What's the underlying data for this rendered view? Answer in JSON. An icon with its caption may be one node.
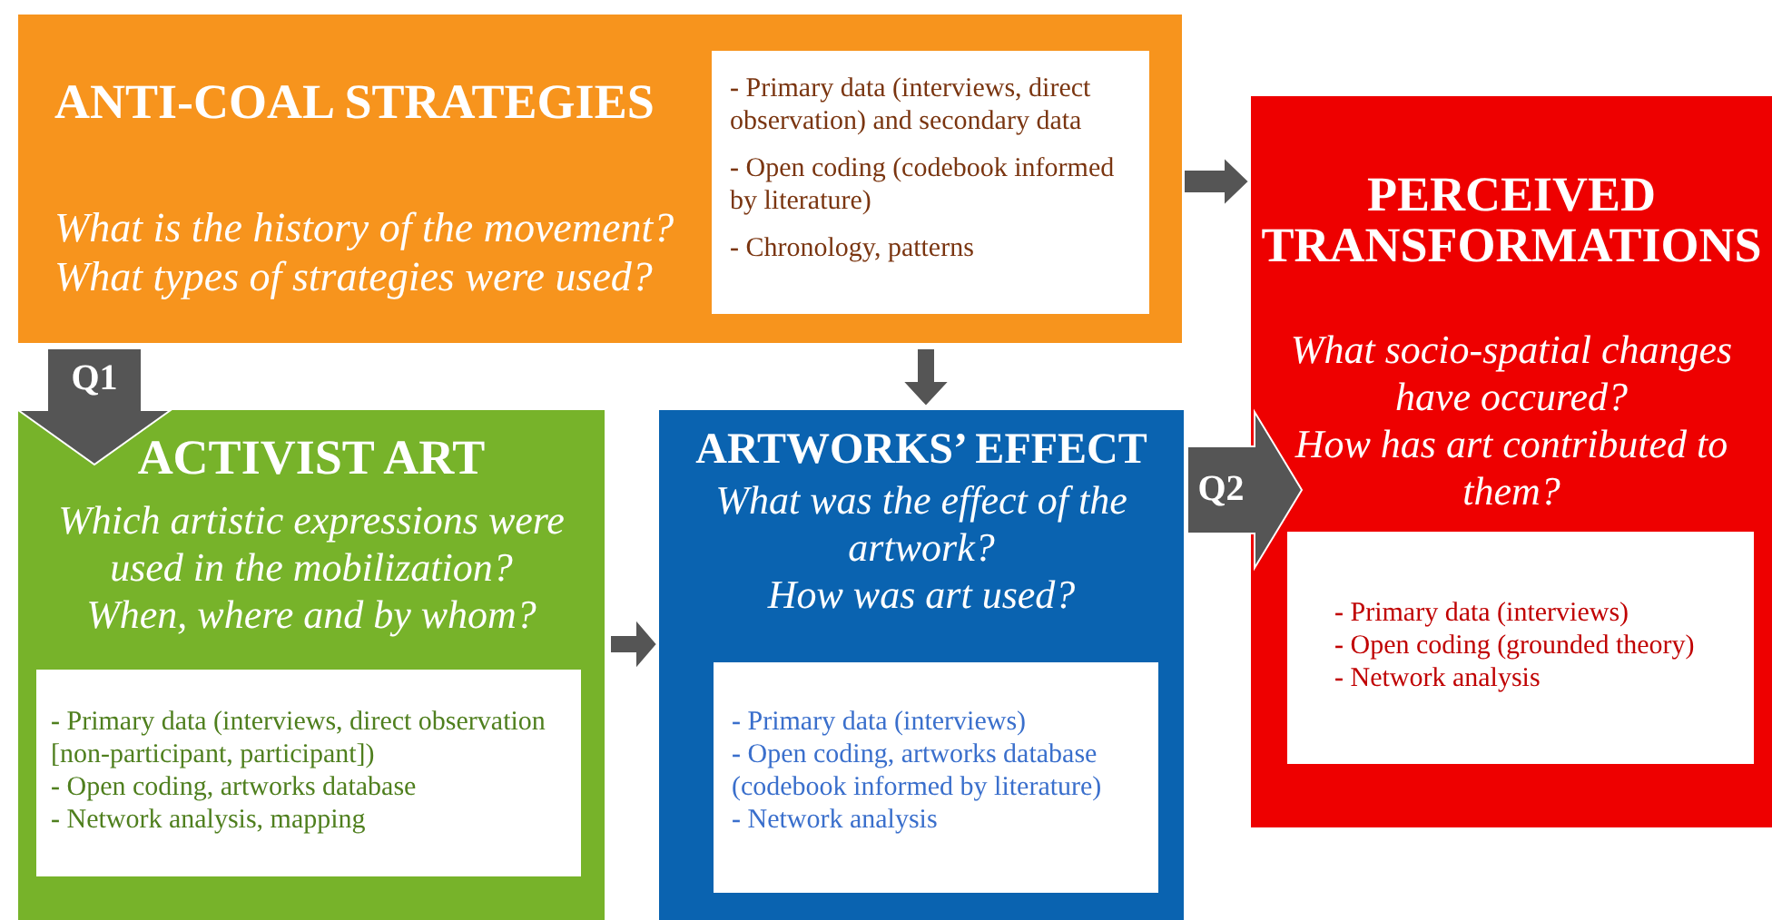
{
  "diagram": {
    "nodes": [
      {
        "text": [
          "ANTI-COAL STRATEGIES",
          "What is the history of the movement?",
          "What types of strategies were used?"
        ]
      },
      {
        "text": [
          "**-** Primary data (interviews, direct observation) and secondary data",
          "**-** Open coding (codebook informed by literature)",
          "**-** Chronology, patterns"
        ],
        "in": 0
      },
      {
        "text": [
          "ACTIVIST ART",
          "Which artistic expressions were used in the mobilization?",
          "When, where and by whom?"
        ]
      },
      {
        "text": [
          "**-** Primary data (interviews, direct observation [non-participant, participant])",
          "**-** Open coding, artworks database",
          "**-** Network analysis, mapping"
        ],
        "in": 2
      },
      {
        "text": [
          "ARTWORKS’ EFFECT",
          "What was the effect of the artwork?",
          "How was art used?"
        ]
      },
      {
        "text": [
          "**-** Primary data (interviews)",
          "**-** Open coding, artworks database (codebook informed by literature)",
          "**-** Network analysis"
        ],
        "in": 4
      },
      {
        "text": [
          "PERCEIVED TRANSFORMATIONS",
          "What socio-spatial changes have occured?",
          "How has art contributed to them?"
        ]
      },
      {
        "text": [
          "**-** Primary data (interviews)",
          "**-** Open coding (grounded theory)",
          "**-** Network analysis"
        ],
        "in": 6
      }
    ],
    "edges": [
      {
        "from": 0,
        "to": 6,
        "arrow": "to"
      },
      {
        "from": 0,
        "to": 2,
        "arrow": "to",
        "label": "Q1"
      },
      {
        "from": 0,
        "to": 4,
        "arrow": "to"
      },
      {
        "from": 2,
        "to": 4,
        "arrow": "to"
      },
      {
        "from": 4,
        "to": 6,
        "arrow": "to",
        "label": "Q2"
      }
    ]
  }
}
